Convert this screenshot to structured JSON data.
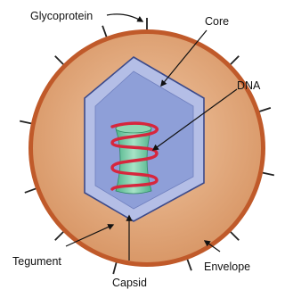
{
  "labels": {
    "glycoprotein": "Glycoprotein",
    "core": "Core",
    "dna": "DNA",
    "tegument": "Tegument",
    "capsid": "Capsid",
    "envelope": "Envelope"
  },
  "colors": {
    "envelope_ring": "#c05a2a",
    "tegument_fill": "#e0a478",
    "capsid_outer": "#a8b4de",
    "core_fill": "#8fa0d6",
    "dna_cylinder": "#6cc7a0",
    "dna_helix": "#d7263d",
    "spike": "#222222"
  },
  "icons": {
    "pointer_arrow": "arrow-icon"
  }
}
